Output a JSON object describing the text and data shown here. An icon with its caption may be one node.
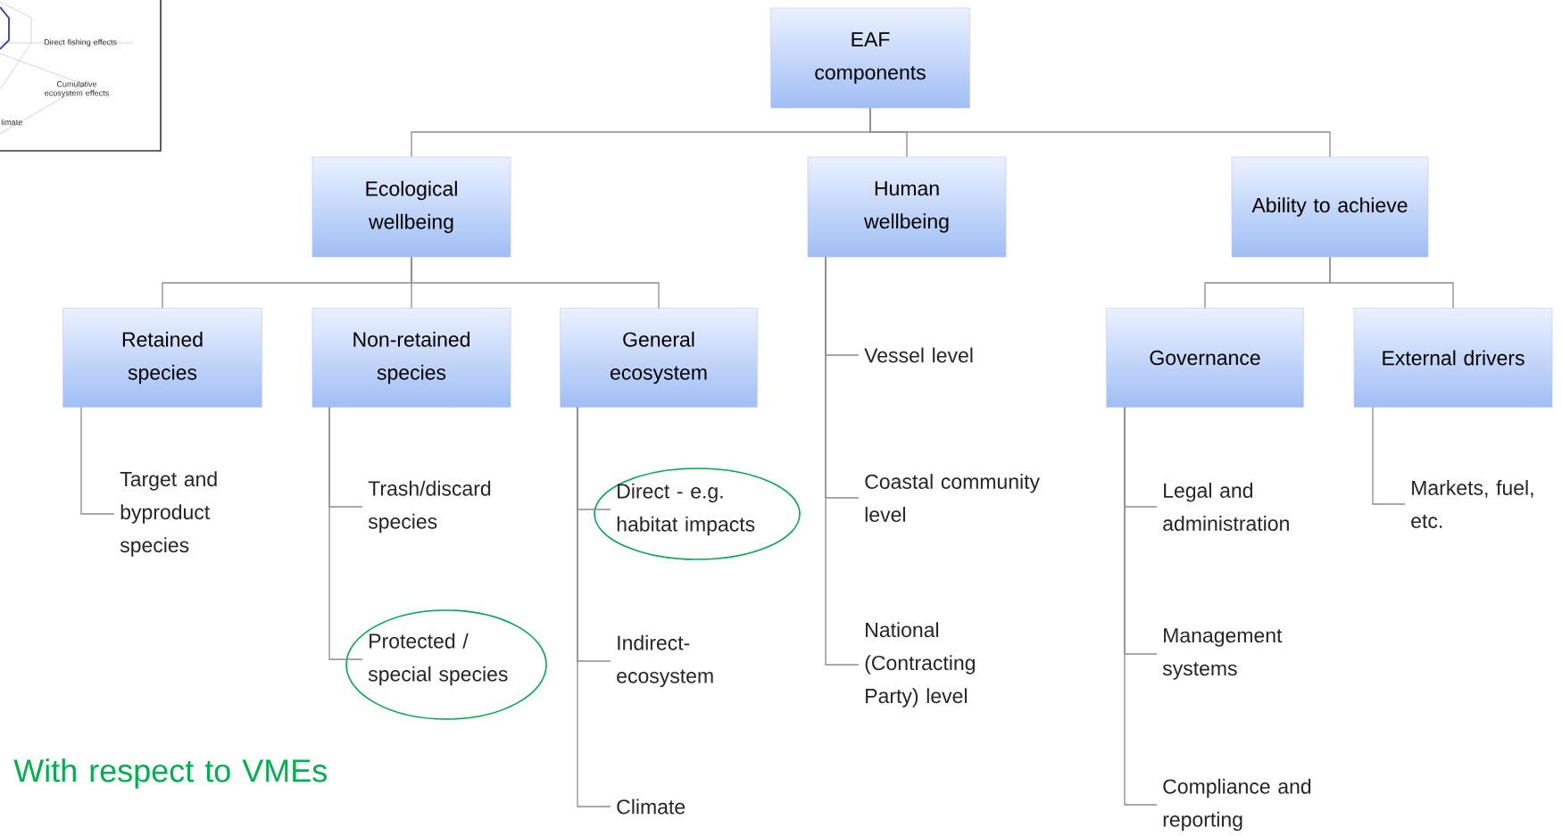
{
  "diagram": {
    "nodes": [
      {
        "text": [
          "EAF components"
        ]
      },
      {
        "text": [
          "Ecological wellbeing"
        ]
      },
      {
        "text": [
          "Human wellbeing"
        ]
      },
      {
        "text": [
          "Ability to achieve"
        ]
      },
      {
        "text": [
          "Retained species"
        ]
      },
      {
        "text": [
          "Non-retained species"
        ]
      },
      {
        "text": [
          "General ecosystem"
        ]
      },
      {
        "text": [
          "Target and byproduct species"
        ]
      },
      {
        "text": [
          "Trash/discard species"
        ]
      },
      {
        "text": [
          "Protected / special species"
        ]
      },
      {
        "text": [
          "Direct - e.g. habitat impacts"
        ]
      },
      {
        "text": [
          "Indirect- ecosystem"
        ]
      },
      {
        "text": [
          "Climate"
        ]
      },
      {
        "text": [
          "Vessel level"
        ]
      },
      {
        "text": [
          "Coastal community level"
        ]
      },
      {
        "text": [
          "National (Contracting Party) level"
        ]
      },
      {
        "text": [
          "Governance"
        ]
      },
      {
        "text": [
          "External drivers"
        ]
      },
      {
        "text": [
          "Legal and administration"
        ]
      },
      {
        "text": [
          "Management systems"
        ]
      },
      {
        "text": [
          "Compliance and reporting"
        ]
      },
      {
        "text": [
          "Markets, fuel, etc."
        ]
      }
    ],
    "edges": [
      {
        "from": 0,
        "to": 1,
        "arrow": "none"
      },
      {
        "from": 0,
        "to": 2,
        "arrow": "none"
      },
      {
        "from": 0,
        "to": 3,
        "arrow": "none"
      },
      {
        "from": 1,
        "to": 4,
        "arrow": "none"
      },
      {
        "from": 1,
        "to": 5,
        "arrow": "none"
      },
      {
        "from": 1,
        "to": 6,
        "arrow": "none"
      },
      {
        "from": 4,
        "to": 7,
        "arrow": "none"
      },
      {
        "from": 5,
        "to": 8,
        "arrow": "none"
      },
      {
        "from": 5,
        "to": 9,
        "arrow": "none"
      },
      {
        "from": 6,
        "to": 10,
        "arrow": "none"
      },
      {
        "from": 6,
        "to": 11,
        "arrow": "none"
      },
      {
        "from": 6,
        "to": 12,
        "arrow": "none"
      },
      {
        "from": 2,
        "to": 13,
        "arrow": "none"
      },
      {
        "from": 2,
        "to": 14,
        "arrow": "none"
      },
      {
        "from": 2,
        "to": 15,
        "arrow": "none"
      },
      {
        "from": 3,
        "to": 16,
        "arrow": "none"
      },
      {
        "from": 3,
        "to": 17,
        "arrow": "none"
      },
      {
        "from": 16,
        "to": 18,
        "arrow": "none"
      },
      {
        "from": 16,
        "to": 19,
        "arrow": "none"
      },
      {
        "from": 16,
        "to": 20,
        "arrow": "none"
      },
      {
        "from": 17,
        "to": 21,
        "arrow": "none"
      }
    ],
    "labels": [
      "Direct fishing effects",
      "Cumulative ecosystem effects",
      "limate",
      "With respect to VMEs"
    ]
  }
}
